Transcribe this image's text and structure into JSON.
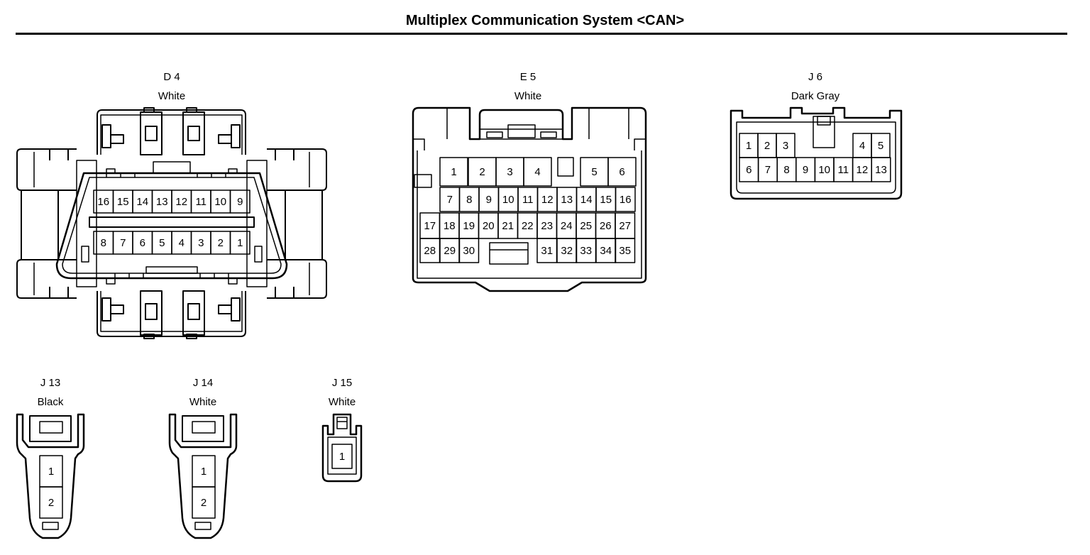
{
  "title": "Multiplex Communication System <CAN>",
  "connectors": {
    "d4": {
      "code": "D 4",
      "color": "White",
      "top_row": [
        "16",
        "15",
        "14",
        "13",
        "12",
        "11",
        "10",
        "9"
      ],
      "bottom_row": [
        "8",
        "7",
        "6",
        "5",
        "4",
        "3",
        "2",
        "1"
      ]
    },
    "e5": {
      "code": "E 5",
      "color": "White",
      "row1": [
        "1",
        "2",
        "3",
        "4",
        "5",
        "6"
      ],
      "row2": [
        "7",
        "8",
        "9",
        "10",
        "11",
        "12",
        "13",
        "14",
        "15",
        "16"
      ],
      "row3": [
        "17",
        "18",
        "19",
        "20",
        "21",
        "22",
        "23",
        "24",
        "25",
        "26",
        "27"
      ],
      "row4": [
        "28",
        "29",
        "30",
        "31",
        "32",
        "33",
        "34",
        "35"
      ]
    },
    "j6": {
      "code": "J 6",
      "color": "Dark Gray",
      "row1": [
        "1",
        "2",
        "3",
        "4",
        "5"
      ],
      "row2": [
        "6",
        "7",
        "8",
        "9",
        "10",
        "11",
        "12",
        "13"
      ]
    },
    "j13": {
      "code": "J 13",
      "color": "Black",
      "pins": [
        "1",
        "2"
      ]
    },
    "j14": {
      "code": "J 14",
      "color": "White",
      "pins": [
        "1",
        "2"
      ]
    },
    "j15": {
      "code": "J 15",
      "color": "White",
      "pins": [
        "1"
      ]
    }
  }
}
